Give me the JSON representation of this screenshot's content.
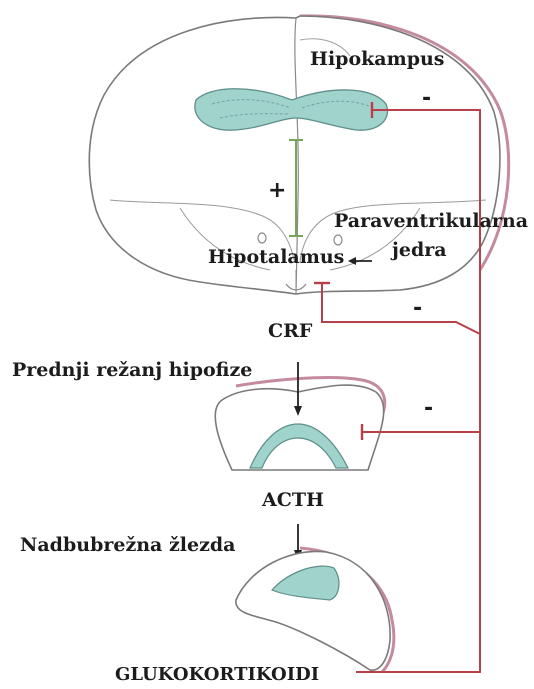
{
  "labels": {
    "hipokampus": "Hipokampus",
    "paraventrikularna": "Paraventrikularna",
    "jedra": "jedra",
    "hipotalamus": "Hipotalamus",
    "crf": "CRF",
    "prednji_rezanj": "Prednji režanj hipofize",
    "acth": "ACTH",
    "nadbubrezna": "Nadbubrežna žlezda",
    "glukokortikoidi": "GLUKOKORTIKOIDI"
  },
  "signs": {
    "minus_hipokampus": "-",
    "plus_hipotalamus": "+",
    "minus_hipotalamus": "-",
    "minus_hipofiza": "-"
  },
  "colors": {
    "tissue_fill": "#9fd3cc",
    "outline": "#7a7a7a",
    "pink_rim": "#c48aa0",
    "feedback_line": "#b8404a",
    "green_line": "#7aa35a",
    "text": "#1c1c1c"
  }
}
